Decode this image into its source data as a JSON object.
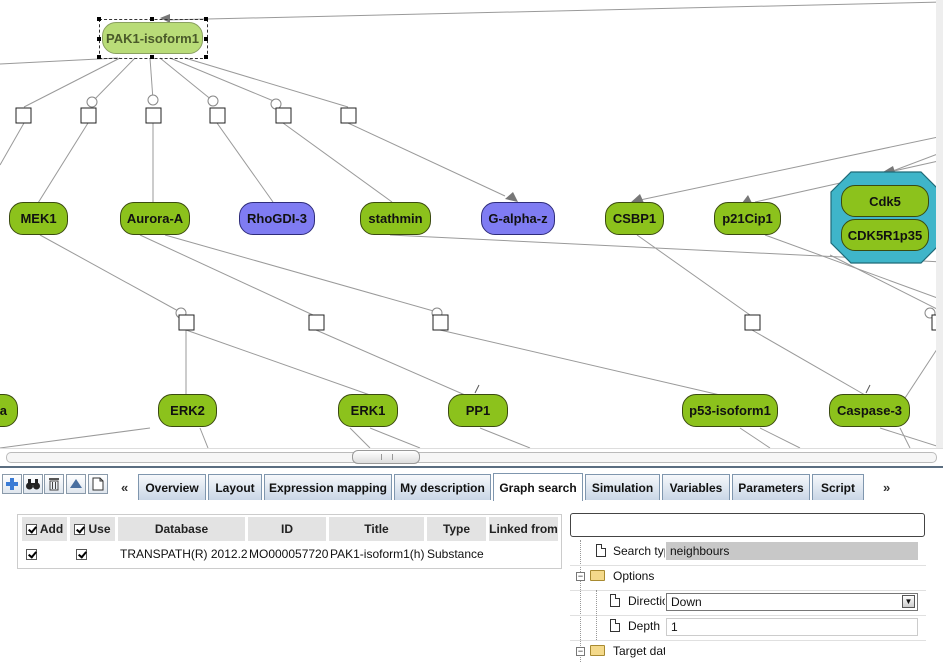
{
  "graph": {
    "nodes": {
      "pak1": "PAK1-isoform1",
      "mek1": "MEK1",
      "aurora": "Aurora-A",
      "rhogdi": "RhoGDI-3",
      "stathmin": "stathmin",
      "galpha": "G-alpha-z",
      "csbp1": "CSBP1",
      "p21": "p21Cip1",
      "cdk5": "Cdk5",
      "cdk5r1": "CDK5R1p35",
      "partial_a": "a",
      "erk2": "ERK2",
      "erk1": "ERK1",
      "pp1": "PP1",
      "p53": "p53-isoform1",
      "casp3": "Caspase-3"
    },
    "colors": {
      "green_node": "#8cc21c",
      "blue_node": "#7f7cf2",
      "selected_node": "#b9dc78",
      "complex": "#3fb5c9"
    }
  },
  "toolbar": {
    "icons": [
      "add-icon",
      "binoculars-icon",
      "trash-icon",
      "up-arrow-icon",
      "document-icon"
    ],
    "scroll_left": "«",
    "scroll_right": "»",
    "tabs": [
      {
        "label": "Overview"
      },
      {
        "label": "Layout"
      },
      {
        "label": "Expression mapping"
      },
      {
        "label": "My description"
      },
      {
        "label": "Graph search",
        "active": true
      },
      {
        "label": "Simulation"
      },
      {
        "label": "Variables"
      },
      {
        "label": "Parameters"
      },
      {
        "label": "Script"
      }
    ]
  },
  "table": {
    "headers": [
      "Add",
      "Use",
      "Database",
      "ID",
      "Title",
      "Type",
      "Linked from"
    ],
    "row": {
      "database": "TRANSPATH(R) 2012.2",
      "id": "MO000057720",
      "title": "PAK1-isoform1(h)",
      "type": "Substance",
      "linked_from": ""
    }
  },
  "search": {
    "query": "",
    "properties": {
      "search_type_label": "Search typ",
      "search_type_value": "neighbours",
      "options_label": "Options",
      "direction_label": "Directio",
      "direction_value": "Down",
      "depth_label": "Depth",
      "depth_value": "1",
      "target_label": "Target dat"
    }
  }
}
